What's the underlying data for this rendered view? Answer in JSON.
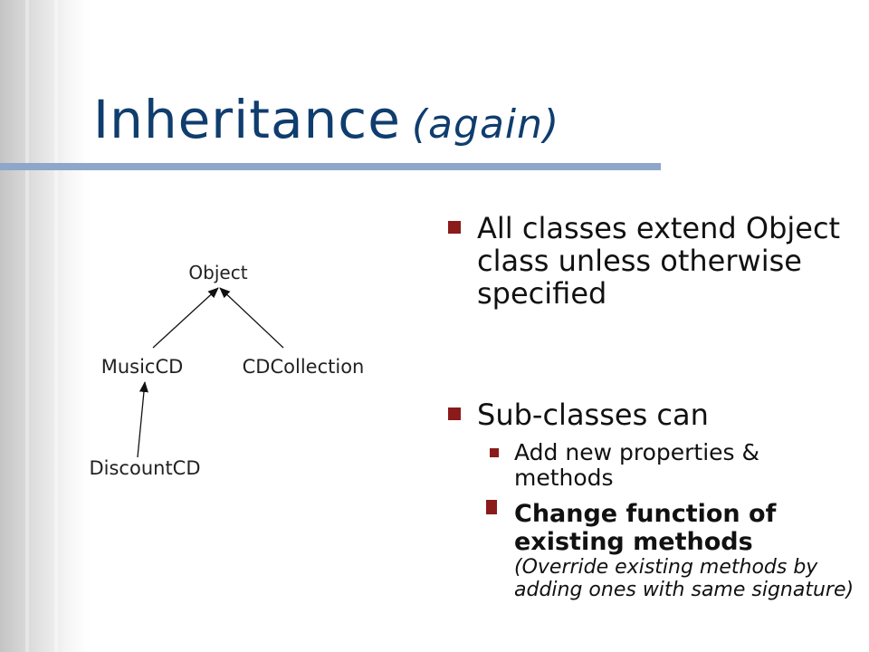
{
  "slide": {
    "title": "Inheritance",
    "title_suffix": "(again)"
  },
  "diagram": {
    "nodes": {
      "object": "Object",
      "musiccd": "MusicCD",
      "cdcollection": "CDCollection",
      "discountcd": "DiscountCD"
    },
    "edges": [
      {
        "from": "MusicCD",
        "to": "Object"
      },
      {
        "from": "CDCollection",
        "to": "Object"
      },
      {
        "from": "DiscountCD",
        "to": "MusicCD"
      }
    ]
  },
  "bullets": {
    "b1": "All classes extend Object class unless otherwise specified",
    "b2": "Sub-classes can",
    "b2_sub1": "Add new properties & methods",
    "b2_sub2_bold": "Change function of existing methods",
    "b2_sub2_note": "(Override existing methods by adding ones with same signature)"
  },
  "colors": {
    "title": "#0f3d6e",
    "rule": "#8ea6c8",
    "bullet": "#8b1a1a"
  }
}
